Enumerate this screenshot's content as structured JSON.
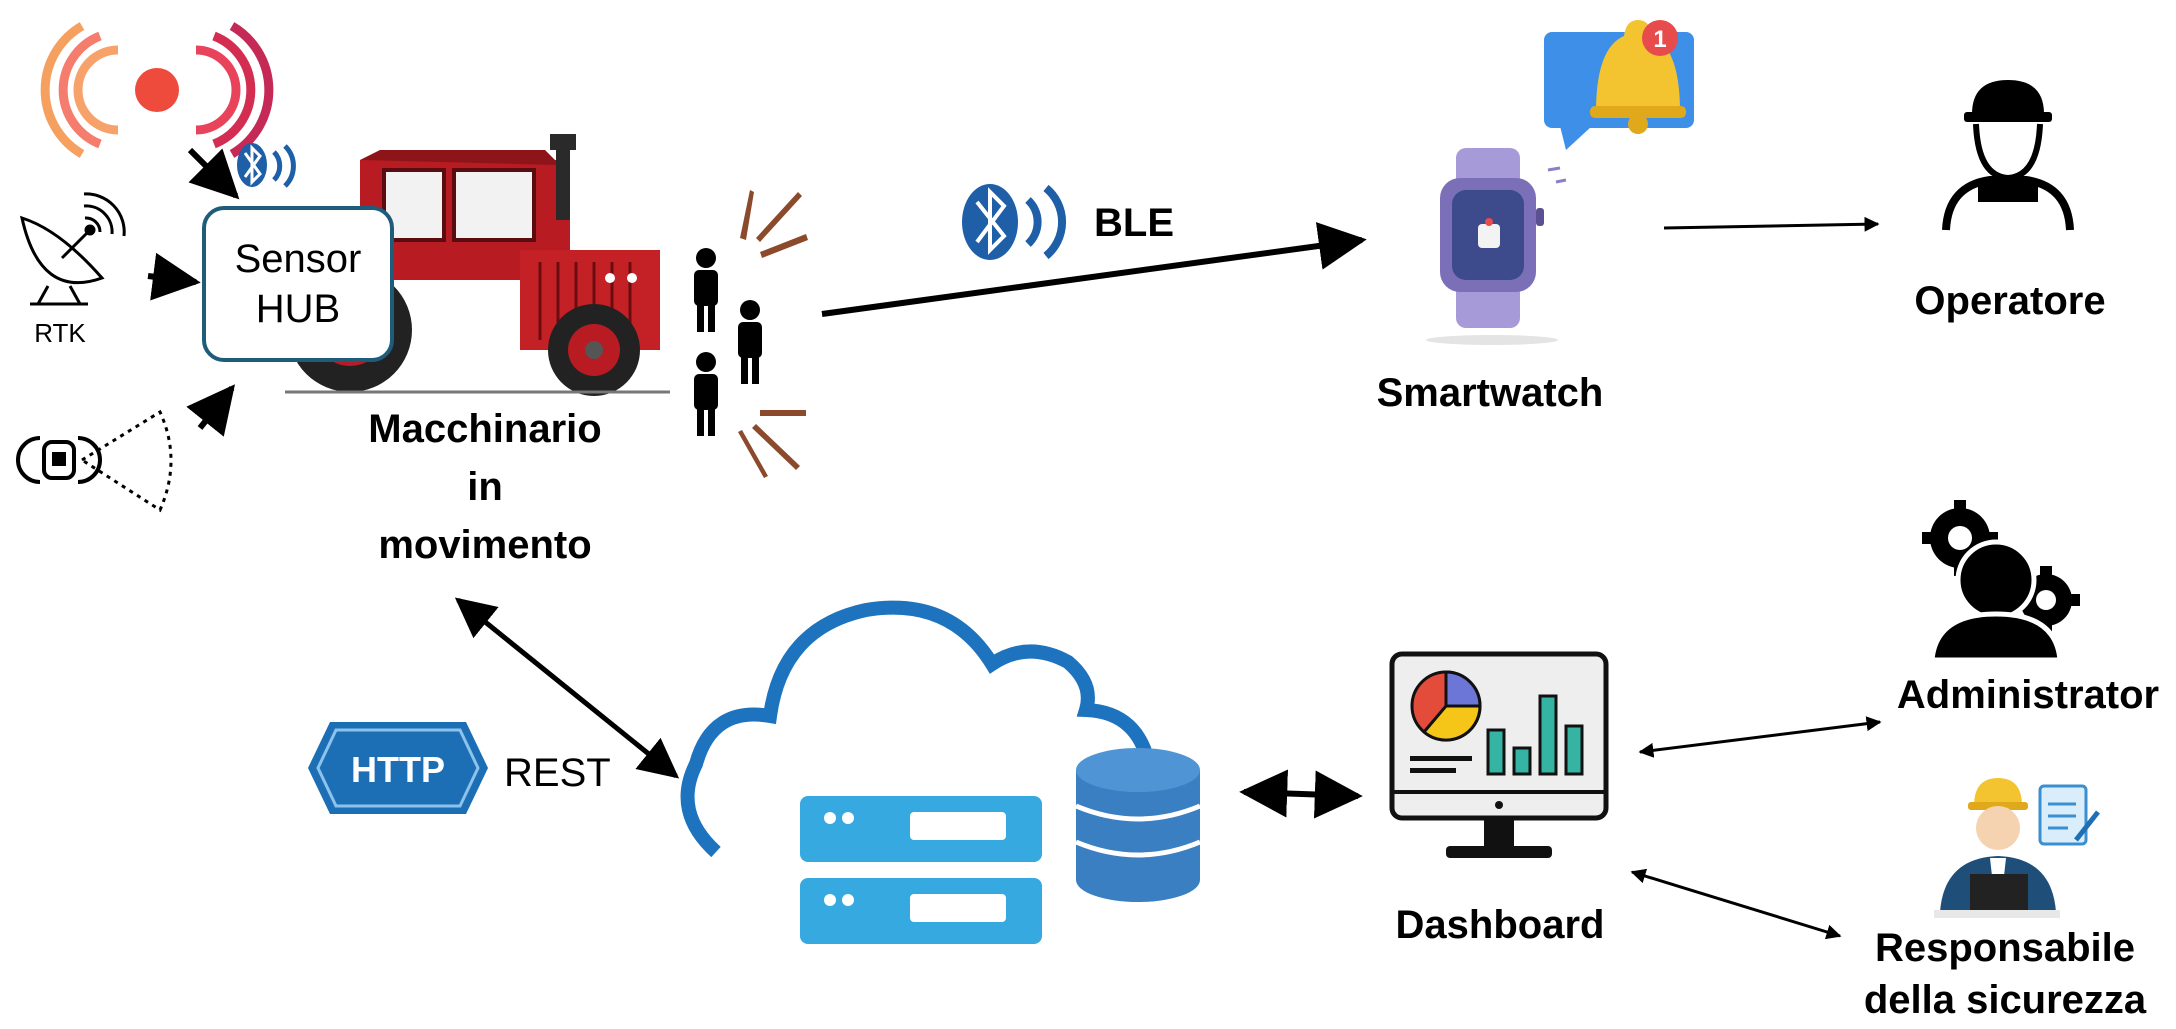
{
  "machine": {
    "hub_line1": "Sensor",
    "hub_line2": "HUB",
    "rtk_label": "RTK",
    "label_line1": "Macchinario",
    "label_line2": "in",
    "label_line3": "movimento"
  },
  "link": {
    "ble_label": "BLE",
    "http_badge": "HTTP",
    "rest_label": "REST"
  },
  "notification": {
    "count": "1"
  },
  "nodes": {
    "smartwatch": "Smartwatch",
    "operator": "Operatore",
    "dashboard": "Dashboard",
    "administrator": "Administrator",
    "safety_line1": "Responsabile",
    "safety_line2": "della sicurezza"
  },
  "colors": {
    "tractor": "#b81c22",
    "cloud": "#1e73be",
    "server": "#35a9e0",
    "database": "#3a7fc1",
    "watch": "#8b7fc7",
    "bell": "#f4c430",
    "bubble": "#3d8fe8",
    "http": "#1d6fb5",
    "bluetooth": "#1e5fa8"
  }
}
